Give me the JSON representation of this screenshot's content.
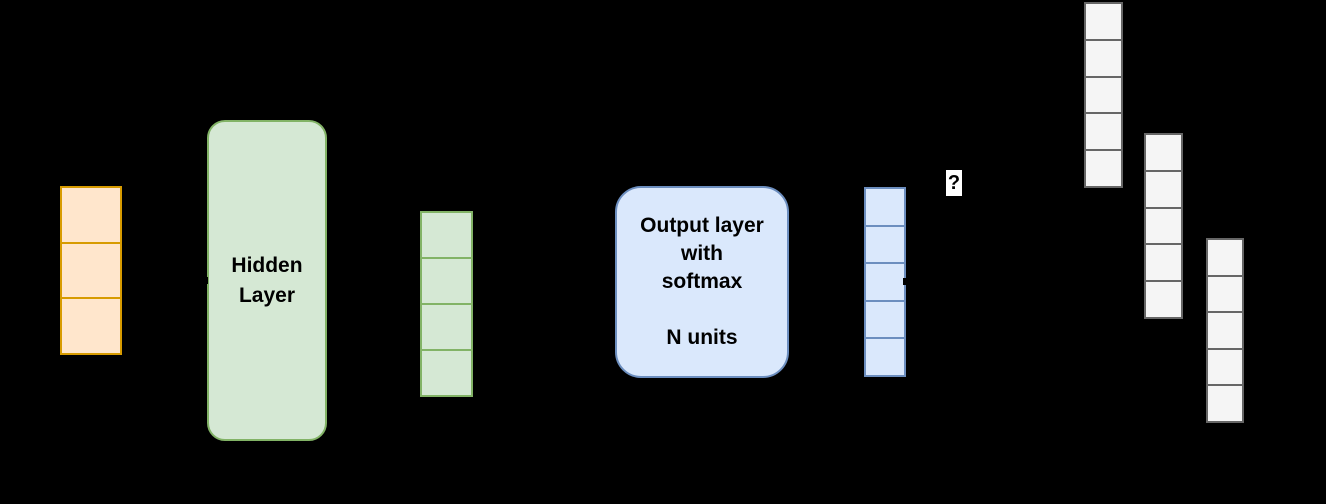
{
  "background": "#000000",
  "boxes": [
    {
      "id": "hidden-layer-box",
      "label": "Hidden\nLayer",
      "fill": "#D5E8D4",
      "stroke": "#82B366",
      "text_color": "#000000"
    },
    {
      "id": "output-layer-box",
      "label": "Output layer\nwith\nsoftmax\n\nN units",
      "fill": "#DAE8FC",
      "stroke": "#6C8EBF",
      "text_color": "#000000"
    }
  ],
  "vectors": [
    {
      "id": "input-vector",
      "cells": 3,
      "fill": "#FFE6CC",
      "stroke": "#D79B00"
    },
    {
      "id": "hidden-vector",
      "cells": 4,
      "fill": "#D5E8D4",
      "stroke": "#82B366"
    },
    {
      "id": "output-vector",
      "cells": 5,
      "fill": "#DAE8FC",
      "stroke": "#6C8EBF"
    },
    {
      "id": "gray-vector-1",
      "cells": 5,
      "fill": "#F5F5F5",
      "stroke": "#666666"
    },
    {
      "id": "gray-vector-2",
      "cells": 5,
      "fill": "#F5F5F5",
      "stroke": "#666666"
    },
    {
      "id": "gray-vector-3",
      "cells": 5,
      "fill": "#F5F5F5",
      "stroke": "#666666"
    }
  ],
  "question_mark": {
    "glyph": "?",
    "background": "#FFFFFF",
    "color": "#000000"
  }
}
